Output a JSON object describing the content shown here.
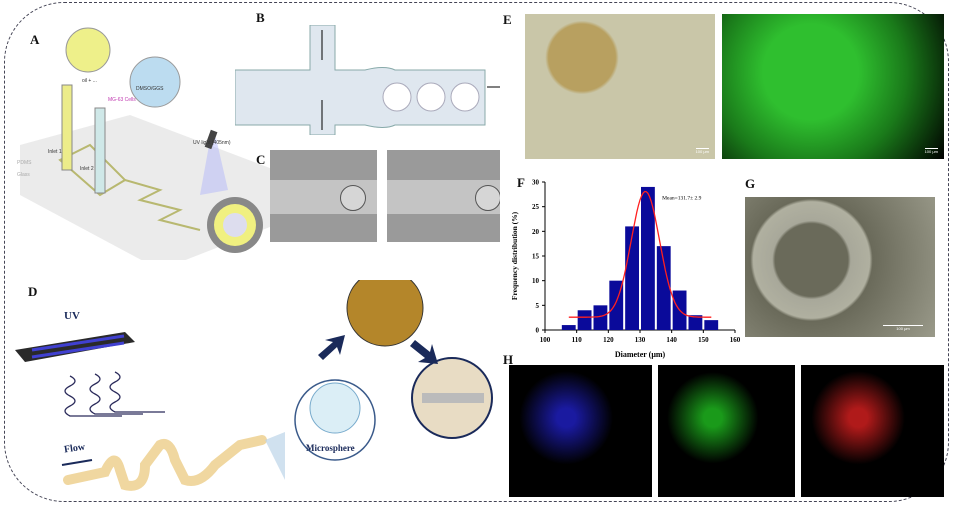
{
  "panels": {
    "A": "A",
    "B": "B",
    "C": "C",
    "D": "D",
    "E": "E",
    "F": "F",
    "G": "G",
    "H": "H"
  },
  "panel_a": {
    "oil_label": "oil + ...",
    "bioink_label": "DMSO/GGS",
    "cells_label": "MG-63 Cells",
    "uv_light_label": "UV light (405nm)",
    "inlet1": "Inlet 1",
    "inlet2": "Inlet 2",
    "pdms": "PDMS",
    "glass": "Glass"
  },
  "panel_d": {
    "uv": "UV",
    "flow": "Flow",
    "microsphere": "Microsphere"
  },
  "scale_bars": {
    "e_bright": "100 μm",
    "e_fluor": "100 μm",
    "g": "100 μm"
  },
  "colors": {
    "bar": "#0a0a9a",
    "fit": "#ff2020",
    "fluor_green": "#22c022",
    "navy": "#1a2a5a"
  },
  "chart_data": {
    "type": "bar",
    "title": "",
    "xlabel": "Diameter (μm)",
    "ylabel": "Frequency distribution (%)",
    "xlim": [
      100,
      160
    ],
    "ylim": [
      0,
      30
    ],
    "xticks": [
      100,
      110,
      120,
      130,
      140,
      150,
      160
    ],
    "yticks": [
      0,
      5,
      10,
      15,
      20,
      25,
      30
    ],
    "bin_centers": [
      107.5,
      112.5,
      117.5,
      122.5,
      127.5,
      132.5,
      137.5,
      142.5,
      147.5,
      152.5
    ],
    "values": [
      1,
      4,
      5,
      10,
      21,
      29,
      17,
      8,
      3,
      2
    ],
    "fit": {
      "type": "gaussian",
      "mean": 131.7,
      "sd": 4.5,
      "amplitude": 25.5,
      "baseline": 2.6
    },
    "annotation": "Mean=131.7± 2.9"
  }
}
